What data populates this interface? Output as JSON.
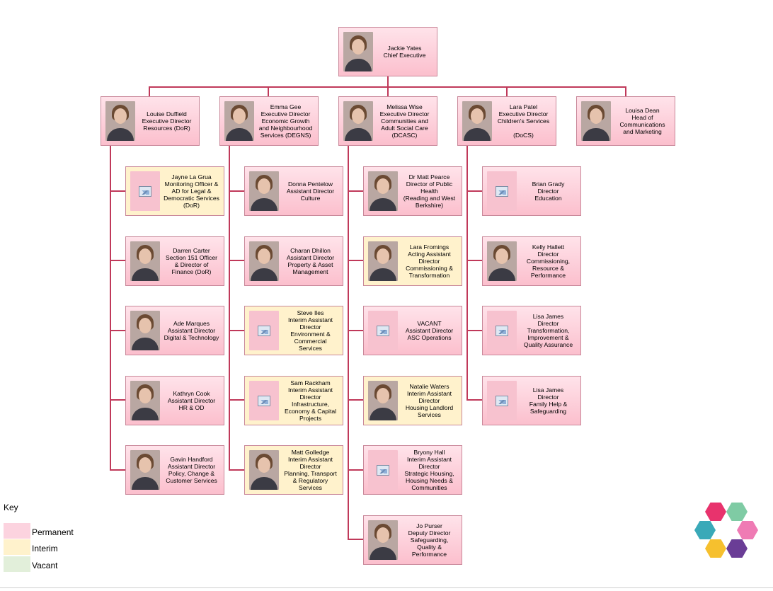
{
  "colors": {
    "line": "#c0395a",
    "permanent": "#fbc6d3",
    "interim": "#fff2cc",
    "vacant": "#e2efda"
  },
  "people": [
    {
      "id": "ceo",
      "status": "permanent",
      "photo": "portrait",
      "lines": [
        "Jackie Yates",
        "Chief Executive"
      ]
    },
    {
      "id": "l1-1",
      "status": "permanent",
      "photo": "portrait",
      "lines": [
        "Louise Duffield",
        "Executive Director",
        "Resources (DoR)"
      ]
    },
    {
      "id": "l1-2",
      "status": "permanent",
      "photo": "portrait",
      "lines": [
        "Emma Gee",
        "Executive Director",
        "Economic Growth",
        "and Neighbourhood",
        "Services (DEGNS)"
      ]
    },
    {
      "id": "l1-3",
      "status": "permanent",
      "photo": "portrait",
      "lines": [
        "Melissa Wise",
        "Executive Director",
        "Communities and",
        "Adult Social Care",
        "(DCASC)"
      ]
    },
    {
      "id": "l1-4",
      "status": "permanent",
      "photo": "portrait",
      "lines": [
        "Lara Patel",
        "Executive Director",
        "Children's Services",
        "",
        "(DoCS)"
      ]
    },
    {
      "id": "l1-5",
      "status": "permanent",
      "photo": "portrait",
      "lines": [
        "Louisa Dean",
        "Head of",
        "Communications",
        "and Marketing"
      ]
    },
    {
      "id": "c1-1",
      "status": "interim",
      "photo": "placeholder",
      "lines": [
        "Jayne La Grua",
        "Monitoring Officer &",
        "AD for Legal &",
        "Democratic Services",
        "(DoR)"
      ]
    },
    {
      "id": "c1-2",
      "status": "permanent",
      "photo": "portrait",
      "lines": [
        "Darren Carter",
        "Section 151 Officer",
        "& Director of",
        "Finance (DoR)"
      ]
    },
    {
      "id": "c1-3",
      "status": "permanent",
      "photo": "portrait",
      "lines": [
        "Ade Marques",
        "Assistant Director",
        "Digital & Technology"
      ]
    },
    {
      "id": "c1-4",
      "status": "permanent",
      "photo": "portrait",
      "lines": [
        "Kathryn Cook",
        "Assistant Director",
        "HR & OD"
      ]
    },
    {
      "id": "c1-5",
      "status": "permanent",
      "photo": "portrait",
      "lines": [
        "Gavin Handford",
        "Assistant Director",
        "Policy, Change &",
        "Customer Services"
      ]
    },
    {
      "id": "c2-1",
      "status": "permanent",
      "photo": "portrait",
      "lines": [
        "Donna Pentelow",
        "Assistant Director",
        "Culture"
      ]
    },
    {
      "id": "c2-2",
      "status": "permanent",
      "photo": "portrait",
      "lines": [
        "Charan Dhillon",
        "Assistant Director",
        "Property & Asset",
        "Management"
      ]
    },
    {
      "id": "c2-3",
      "status": "interim",
      "photo": "placeholder",
      "lines": [
        "Steve Iles",
        "Interim Assistant",
        "Director",
        "Environment &",
        "Commercial",
        "Services"
      ]
    },
    {
      "id": "c2-4",
      "status": "interim",
      "photo": "placeholder",
      "lines": [
        "Sam Rackham",
        "Interim Assistant",
        "Director",
        "Infrastructure,",
        "Economy & Capital",
        "Projects"
      ]
    },
    {
      "id": "c2-5",
      "status": "interim",
      "photo": "portrait",
      "lines": [
        "Matt Golledge",
        "Interim Assistant",
        "Director",
        "Planning, Transport",
        "& Regulatory",
        "Services"
      ]
    },
    {
      "id": "c3-1",
      "status": "permanent",
      "photo": "portrait",
      "lines": [
        "Dr Matt Pearce",
        "Director of Public",
        "Health",
        "(Reading and West",
        "Berkshire)"
      ]
    },
    {
      "id": "c3-2",
      "status": "interim",
      "photo": "portrait",
      "lines": [
        "Lara Fromings",
        "Acting Assistant",
        "Director",
        "Commissioning &",
        "Transformation"
      ]
    },
    {
      "id": "c3-3",
      "status": "permanent",
      "photo": "placeholder",
      "lines": [
        "VACANT",
        "Assistant Director",
        "ASC Operations"
      ]
    },
    {
      "id": "c3-4",
      "status": "interim",
      "photo": "portrait",
      "lines": [
        "Natalie Waters",
        "Interim Assistant",
        "Director",
        "Housing Landlord",
        "Services"
      ]
    },
    {
      "id": "c3-5",
      "status": "permanent",
      "photo": "placeholder",
      "lines": [
        "Bryony Hall",
        "Interim Assistant",
        "Director",
        "Strategic Housing,",
        "Housing Needs &",
        "Communities"
      ]
    },
    {
      "id": "c3-6",
      "status": "permanent",
      "photo": "portrait",
      "lines": [
        "Jo Purser",
        "Deputy Director",
        "Safeguarding,",
        "Quality &",
        "Performance"
      ]
    },
    {
      "id": "c4-1",
      "status": "permanent",
      "photo": "placeholder",
      "lines": [
        "Brian Grady",
        "Director",
        "Education"
      ]
    },
    {
      "id": "c4-2",
      "status": "permanent",
      "photo": "portrait",
      "lines": [
        "Kelly Hallett",
        "Director",
        "Commissioning,",
        "Resource &",
        "Performance"
      ]
    },
    {
      "id": "c4-3",
      "status": "permanent",
      "photo": "placeholder",
      "lines": [
        "Lisa James",
        "Director",
        "Transformation,",
        "Improvement &",
        "Quality Assurance"
      ]
    },
    {
      "id": "c4-4",
      "status": "permanent",
      "photo": "placeholder",
      "lines": [
        "Lisa James",
        "Director",
        "Family Help &",
        "Safeguarding"
      ]
    }
  ],
  "key": {
    "title": "Key",
    "items": [
      {
        "label": "Permanent",
        "color": "#fcd3df"
      },
      {
        "label": "Interim",
        "color": "#fff2cc"
      },
      {
        "label": "Vacant",
        "color": "#e2efda"
      }
    ]
  },
  "logo": {
    "icon": "hexagon-cluster-logo",
    "colors": [
      "#e8336d",
      "#7fcba4",
      "#3aa9b8",
      "#ef7bb4",
      "#f6c02e",
      "#6a3d96"
    ]
  }
}
